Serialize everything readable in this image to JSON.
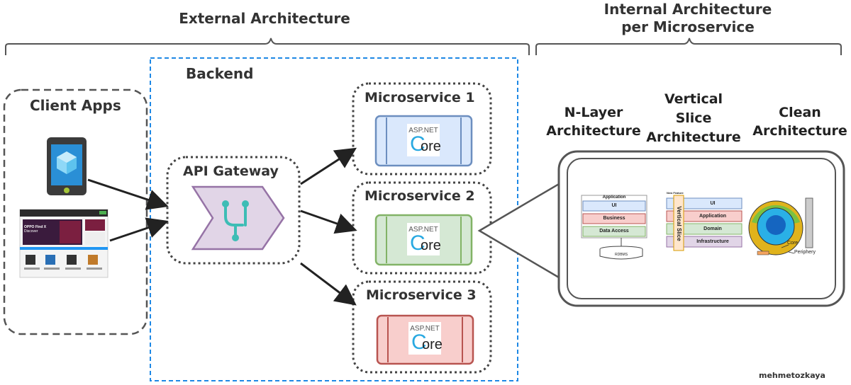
{
  "headers": {
    "external": "External Architecture",
    "internal_line1": "Internal Architecture",
    "internal_line2": "per Microservice"
  },
  "backend": {
    "label": "Backend"
  },
  "client_apps": {
    "label": "Client Apps",
    "phone_title": "OPPO Find X",
    "phone_sub": "Discover"
  },
  "api_gateway": {
    "label": "API Gateway"
  },
  "microservices": [
    {
      "label": "Microservice 1",
      "color": "#6c8ebf",
      "fill": "#dae8fc"
    },
    {
      "label": "Microservice 2",
      "color": "#82b366",
      "fill": "#d5e8d4"
    },
    {
      "label": "Microservice 3",
      "color": "#b85450",
      "fill": "#f8cecc"
    }
  ],
  "aspnet": {
    "top": "ASP.NET",
    "c": "C",
    "ore": "ore"
  },
  "architectures": {
    "n_layer_1": "N-Layer",
    "n_layer_2": "Architecture",
    "vertical_1": "Vertical",
    "vertical_2": "Slice",
    "vertical_3": "Architecture",
    "clean_1": "Clean",
    "clean_2": "Architecture"
  },
  "n_layer_diagram": {
    "application": "Application",
    "ui": "UI",
    "business": "Business",
    "data_access": "Data Access",
    "rdbms": "RDBMS"
  },
  "vertical_diagram": {
    "new_feature": "New Feature",
    "slice": "Vertical Slice",
    "layers": [
      "UI",
      "Application",
      "Domain",
      "Infrastructure"
    ]
  },
  "clean_diagram": {
    "core": "Core",
    "periphery": "Periphery"
  },
  "watermark": "mehmetozkaya"
}
